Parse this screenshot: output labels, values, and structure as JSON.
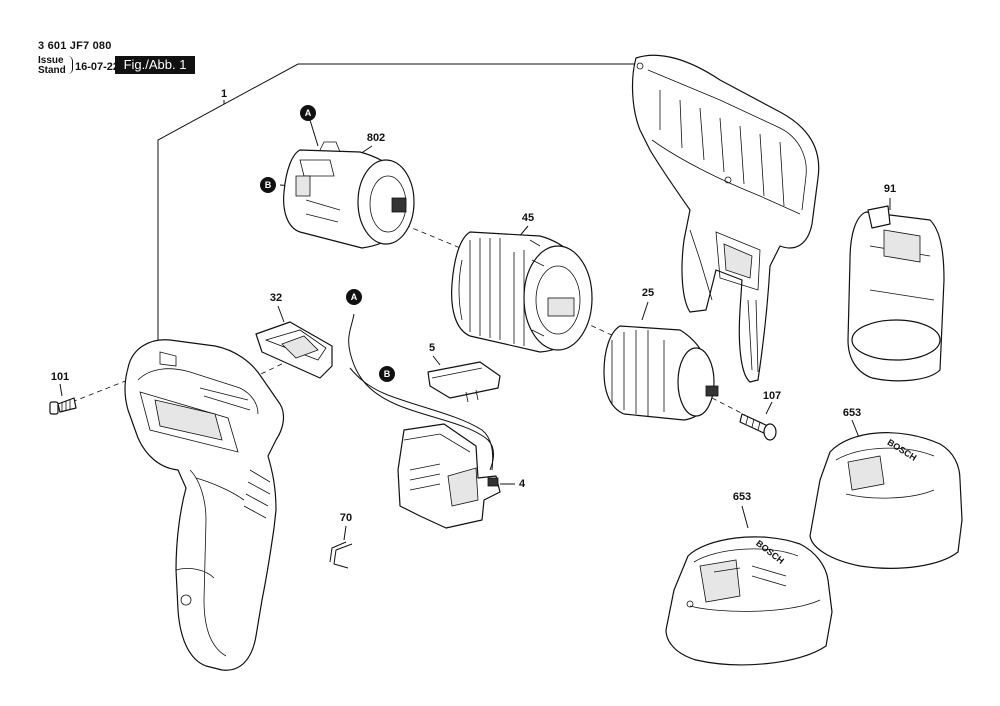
{
  "header": {
    "part_number": "3 601 JF7 080",
    "issue_label": "Issue",
    "stand_label": "Stand",
    "date": "16-07-22",
    "figure": "Fig./Abb. 1"
  },
  "labels": {
    "assembly": "1",
    "motor": "802",
    "gearbox": "45",
    "battery": "91",
    "chuck": "25",
    "switch_cover": "32",
    "cap": "5",
    "screw_left": "101",
    "screw_right": "107",
    "switch": "4",
    "spring": "70",
    "charger_back": "653",
    "charger_front": "653"
  },
  "markers": {
    "motor_a": "A",
    "motor_b": "B",
    "wire_a": "A",
    "wire_b": "B"
  },
  "charger_text": "BOSCH"
}
